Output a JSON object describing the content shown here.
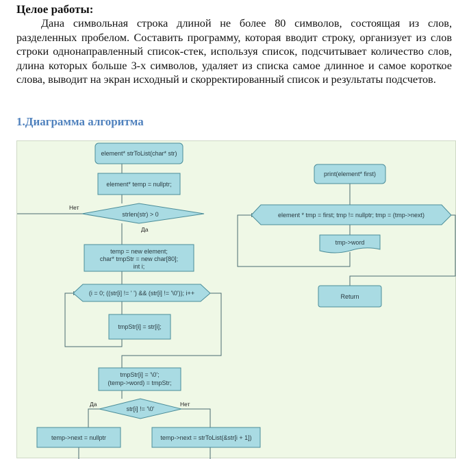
{
  "task": {
    "heading": "Целое работы:",
    "text": "Дана символьная строка длиной не более 80 символов, состоящая из слов, разделенных пробелом. Составить программу, которая вводит строку, организует из слов строки однонаправленный список-стек, используя список, подсчитывает количество слов, длина которых больше 3-х символов, удаляет из списка самое длинное и самое короткое слова, выводит на экран исходный и скорректированный список и результаты подсчетов."
  },
  "section": {
    "heading": "1.Диаграмма алгоритма"
  },
  "flowchart": {
    "left": {
      "start": "element* strToList(char* str)",
      "init": "element* temp = nullptr;",
      "cond_len": "strlen(str) > 0",
      "no_label": "Нет",
      "yes_label": "Да",
      "alloc_line1": "temp = new element;",
      "alloc_line2": "char* tmpStr = new char[80];",
      "alloc_line3": "int i;",
      "loop": "(i = 0; ((str[i] != ' ') && (str[i] != '\\0')); i++",
      "copy": "tmpStr[i] = str[i];",
      "term_line1": "tmpStr[i] = '\\0';",
      "term_line2": "(temp->word) = tmpStr;",
      "cond_end": "str[i] != '\\0'",
      "branch_yes": "Да",
      "branch_no": "Нет",
      "next_null": "temp->next = nullptr",
      "next_rec": "temp->next = strToList(&str[i + 1])"
    },
    "right": {
      "start": "print(element* first)",
      "loop": "element * tmp = first; tmp != nullptr; tmp = (tmp->next)",
      "output": "tmp->word",
      "end": "Return"
    },
    "colors": {
      "background": "#eff8e6",
      "block_fill": "#a9dbe3",
      "block_stroke": "#4a8c98",
      "heading_blue": "#4f81bd"
    }
  }
}
